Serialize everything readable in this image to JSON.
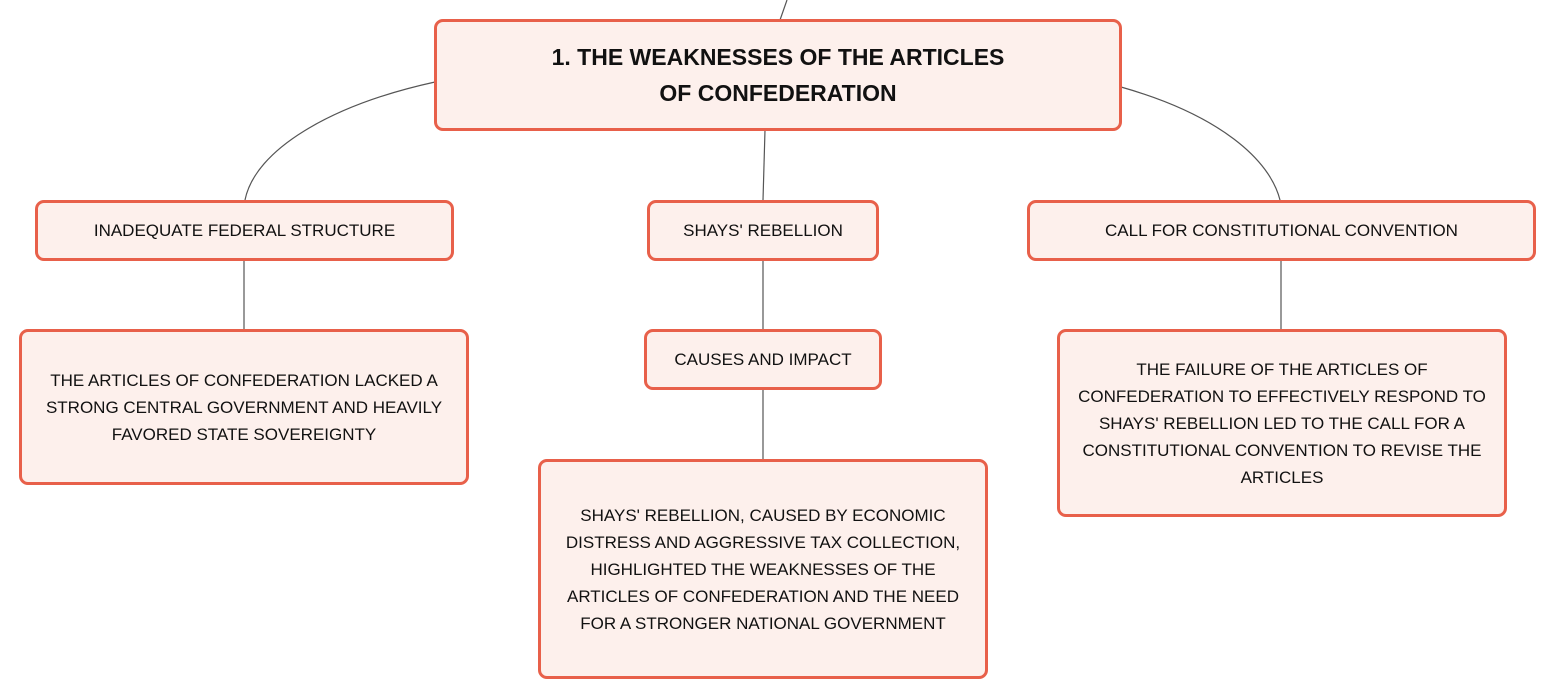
{
  "root": {
    "label": "1. THE WEAKNESSES OF THE ARTICLES OF CONFEDERATION"
  },
  "branches": [
    {
      "label": "INADEQUATE FEDERAL STRUCTURE",
      "detail": "THE ARTICLES OF CONFEDERATION LACKED A STRONG CENTRAL GOVERNMENT AND HEAVILY FAVORED STATE SOVEREIGNTY"
    },
    {
      "label": "SHAYS' REBELLION",
      "sub": "CAUSES AND IMPACT",
      "detail": "SHAYS' REBELLION, CAUSED BY ECONOMIC DISTRESS AND AGGRESSIVE TAX COLLECTION, HIGHLIGHTED THE WEAKNESSES OF THE ARTICLES OF CONFEDERATION AND THE NEED FOR A STRONGER NATIONAL GOVERNMENT"
    },
    {
      "label": "CALL FOR CONSTITUTIONAL CONVENTION",
      "detail": "THE FAILURE OF THE ARTICLES OF CONFEDERATION TO EFFECTIVELY RESPOND TO SHAYS' REBELLION LED TO THE CALL FOR A CONSTITUTIONAL CONVENTION TO REVISE THE ARTICLES"
    }
  ],
  "colors": {
    "border": "#e8604a",
    "fill": "#fdf0ec",
    "link": "#555555"
  }
}
